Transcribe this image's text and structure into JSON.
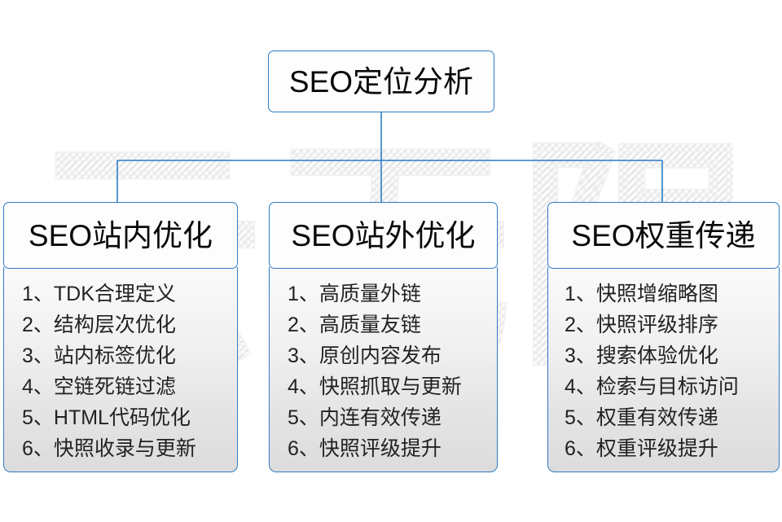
{
  "diagram": {
    "watermark_text": "云无限",
    "accent_color": "#2d7cc4",
    "text_color": "#0a0a0a",
    "item_color": "#222222",
    "root": {
      "title": "SEO定位分析"
    },
    "columns": [
      {
        "title": "SEO站内优化",
        "items": [
          "1、TDK合理定义",
          "2、结构层次优化",
          "3、站内标签优化",
          "4、空链死链过滤",
          "5、HTML代码优化",
          "6、快照收录与更新"
        ]
      },
      {
        "title": "SEO站外优化",
        "items": [
          "1、高质量外链",
          "2、高质量友链",
          "3、原创内容发布",
          "4、快照抓取与更新",
          "5、内连有效传递",
          "6、快照评级提升"
        ]
      },
      {
        "title": "SEO权重传递",
        "items": [
          "1、快照增缩略图",
          "2、快照评级排序",
          "3、搜索体验优化",
          "4、检索与目标访问",
          "5、权重有效传递",
          "6、权重评级提升"
        ]
      }
    ]
  }
}
